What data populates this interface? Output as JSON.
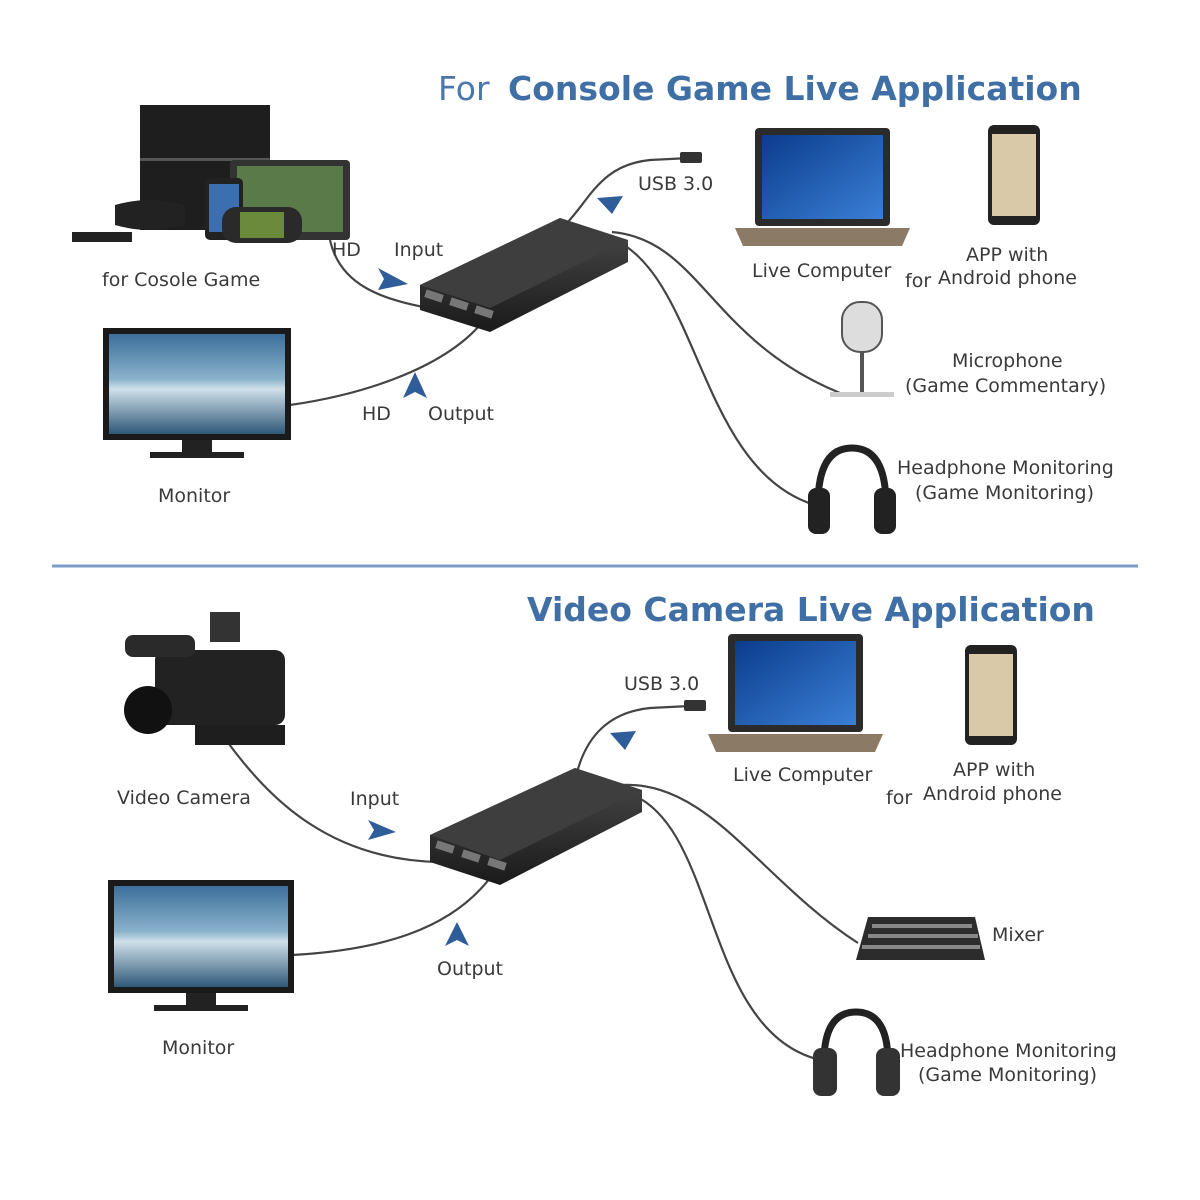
{
  "sections": {
    "console": {
      "title_prefix": "For",
      "title": "Console Game Live Application",
      "labels": {
        "console_game": "for Cosole Game",
        "hd_in": "HD",
        "input": "Input",
        "hd_out": "HD",
        "output": "Output",
        "monitor": "Monitor",
        "usb": "USB 3.0",
        "live_computer": "Live Computer",
        "app_line1": "APP with",
        "app_for": "for",
        "app_line2": "Android phone",
        "mic_line1": "Microphone",
        "mic_line2": "(Game Commentary)",
        "head_line1": "Headphone Monitoring",
        "head_line2": "(Game Monitoring)"
      }
    },
    "camera": {
      "title": "Video Camera Live Application",
      "labels": {
        "video_camera": "Video Camera",
        "input": "Input",
        "output": "Output",
        "monitor": "Monitor",
        "usb": "USB 3.0",
        "live_computer": "Live Computer",
        "app_line1": "APP with",
        "app_for": "for",
        "app_line2": "Android phone",
        "mixer": "Mixer",
        "head_line1": "Headphone Monitoring",
        "head_line2": "(Game Monitoring)"
      }
    }
  },
  "colors": {
    "title": "#3f6fa5",
    "arrow": "#2f5d9a",
    "divider": "#7d9cc4",
    "device": "#2b2b2b"
  }
}
